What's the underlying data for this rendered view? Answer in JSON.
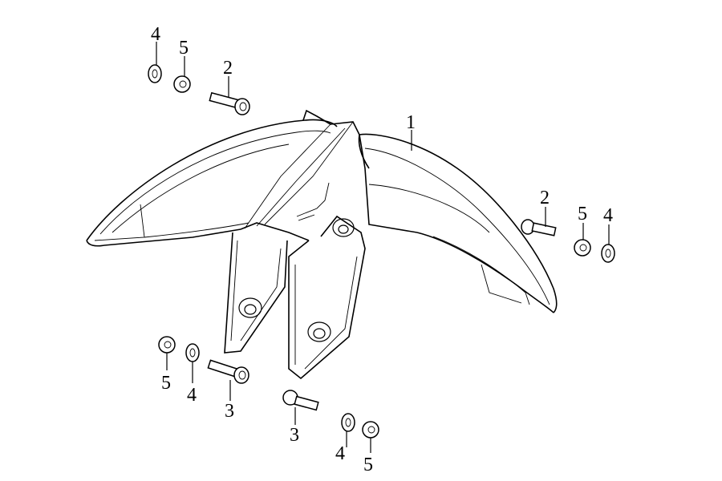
{
  "diagram": {
    "labels": {
      "fender": "1",
      "bolt_top": "2",
      "bolt_right": "2",
      "bolt_left_low": "3",
      "bolt_center_low": "3",
      "washer_top": "4",
      "washer_right": "4",
      "washer_left_low": "4",
      "washer_bottom": "4",
      "grommet_top": "5",
      "grommet_right": "5",
      "grommet_left_low": "5",
      "grommet_bottom": "5"
    }
  }
}
